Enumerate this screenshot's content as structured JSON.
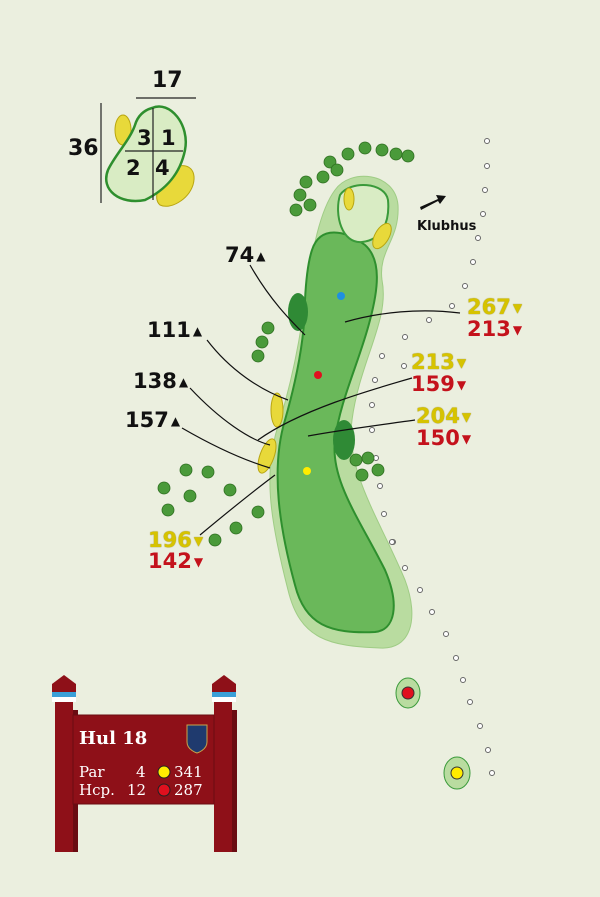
{
  "hole": {
    "label": "Hul 18",
    "par_label": "Par",
    "par": "4",
    "hcp_label": "Hcp.",
    "hcp": "12",
    "yellow_tee_length": "341",
    "red_tee_length": "287"
  },
  "green": {
    "width": "17",
    "depth": "36",
    "zones": [
      "3",
      "1",
      "2",
      "4"
    ]
  },
  "clubhouse": {
    "label": "Klubhus"
  },
  "left_distances": [
    {
      "value": "74",
      "marker": "▲"
    },
    {
      "value": "111",
      "marker": "▲"
    },
    {
      "value": "138",
      "marker": "▲"
    },
    {
      "value": "157",
      "marker": "▲"
    }
  ],
  "right_distances": [
    {
      "yellow": "267",
      "red": "213",
      "marker": "▼"
    },
    {
      "yellow": "213",
      "red": "159",
      "marker": "▼"
    },
    {
      "yellow": "204",
      "red": "150",
      "marker": "▼"
    },
    {
      "yellow": "196",
      "red": "142",
      "marker": "▼"
    }
  ],
  "colors": {
    "background": "#ebefdf",
    "fairway": "#6ab85a",
    "rough": "#b9dca0",
    "bunker": "#e8d93a",
    "sign": "#8e1018",
    "yellow_tee": "#ffec00",
    "red_tee": "#e0101e",
    "blue_marker": "#1e90e0"
  }
}
